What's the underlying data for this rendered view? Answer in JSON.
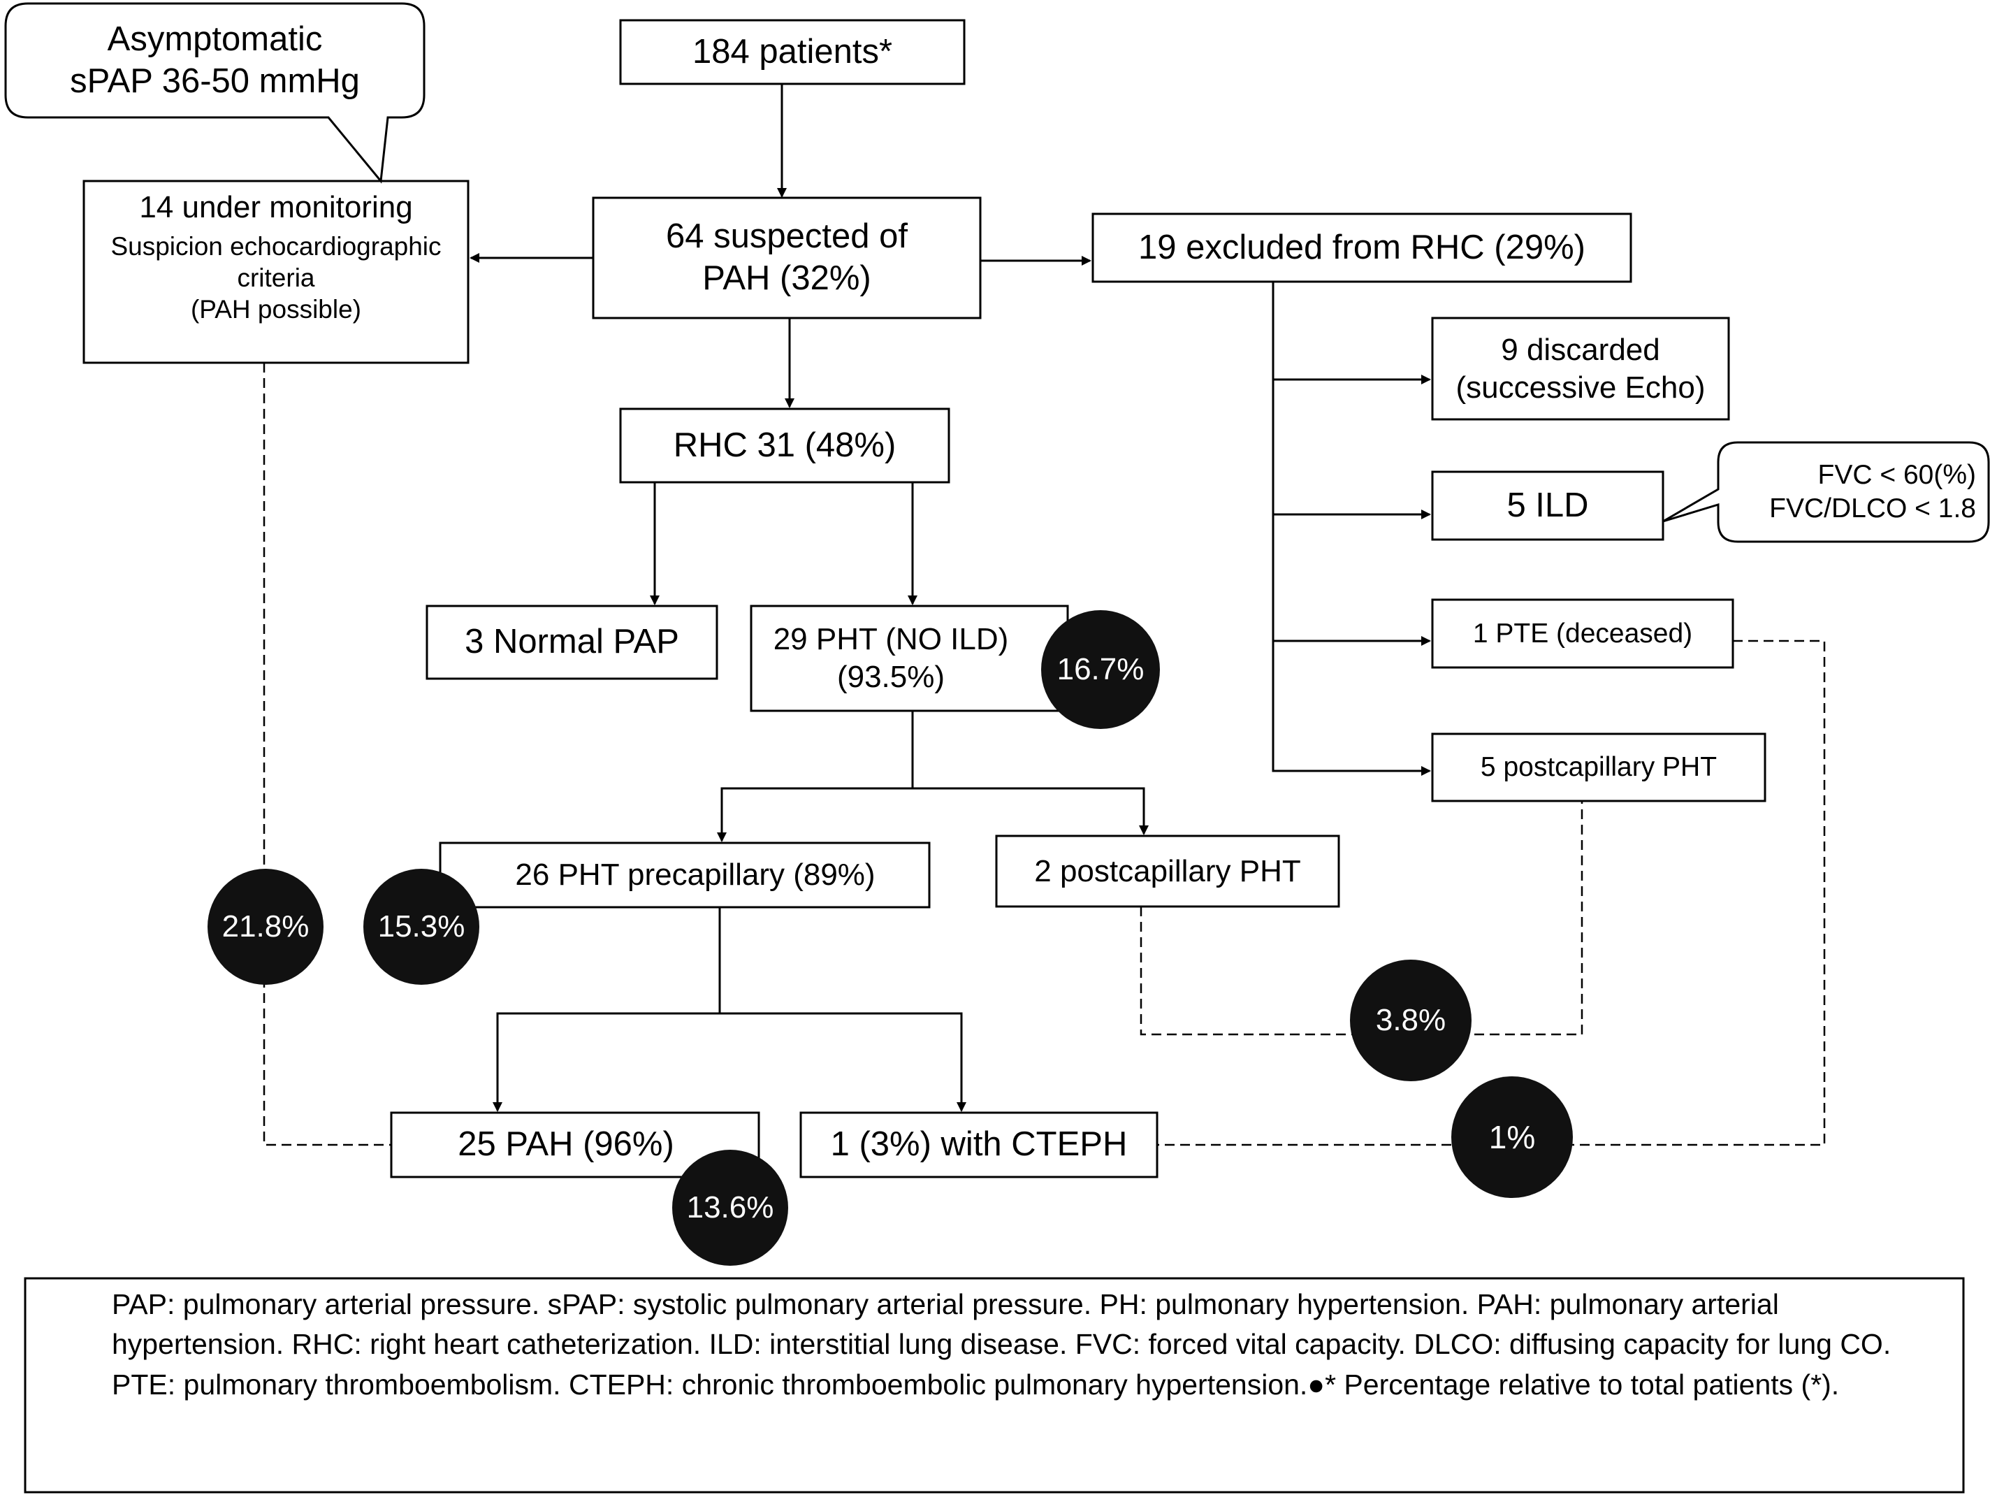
{
  "nodes": {
    "total": "184 patients*",
    "asymptomatic": [
      "Asymptomatic",
      "sPAP 36-50 mmHg"
    ],
    "monitoring_title": "14 under monitoring",
    "monitoring_lines": [
      "Suspicion echocardiographic",
      "criteria",
      "(PAH possible)"
    ],
    "suspected": [
      "64 suspected of",
      "PAH (32%)"
    ],
    "excluded": "19 excluded from RHC (29%)",
    "discarded": [
      "9 discarded",
      "(successive Echo)"
    ],
    "ild": "5 ILD",
    "ild_note": [
      "FVC < 60(%)",
      "FVC/DLCO < 1.8"
    ],
    "pte": "1 PTE (deceased)",
    "postcap_excluded": "5 postcapillary PHT",
    "rhc": "RHC 31 (48%)",
    "normal_pap": "3 Normal PAP",
    "pht": [
      "29 PHT (NO ILD)",
      "(93.5%)"
    ],
    "precapillary": "26 PHT precapillary (89%)",
    "postcap_rhc": "2 postcapillary PHT",
    "pah": "25 PAH (96%)",
    "cteph": "1 (3%) with CTEPH"
  },
  "badges": {
    "pht_pct": "16.7%",
    "precap_pct": "15.3%",
    "monitor_pct": "21.8%",
    "pah_pct": "13.6%",
    "postcap_pct": "3.8%",
    "cteph_pct": "1%"
  },
  "legend": "PAP: pulmonary arterial pressure. sPAP: systolic pulmonary arterial pressure. PH: pulmonary hypertension. PAH: pulmonary arterial hypertension. RHC: right heart catheterization. ILD: interstitial lung disease. FVC: forced vital capacity. DLCO: diffusing capacity for lung CO. PTE: pulmonary thromboembolism. CTEPH: chronic thromboembolic pulmonary hypertension.●* Percentage relative to total patients (*).",
  "colors": {
    "line": "#000000",
    "badge_fill": "#111111",
    "badge_text": "#ffffff",
    "background": "#ffffff"
  }
}
